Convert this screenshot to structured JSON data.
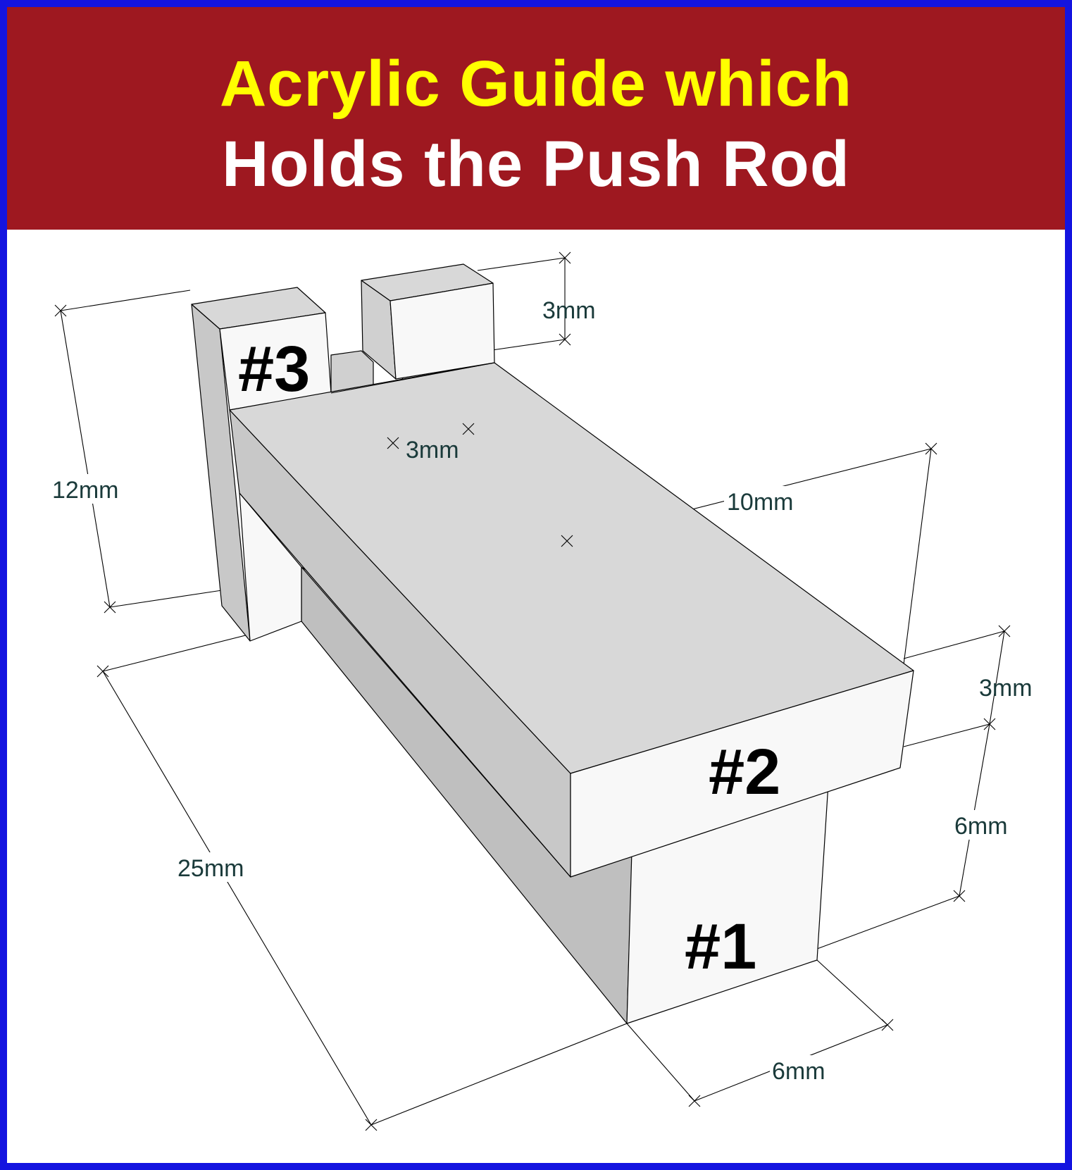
{
  "title": {
    "line1": "Acrylic Guide which",
    "line2": "Holds the Push Rod"
  },
  "colors": {
    "border": "#1414e0",
    "banner": "#9e1820",
    "title_line1": "#ffff00",
    "title_line2": "#ffffff",
    "face_top": "#d8d8d8",
    "face_front": "#f8f8f8",
    "face_side": "#c0c0c0"
  },
  "parts": {
    "part1": "#1",
    "part2": "#2",
    "part3": "#3"
  },
  "dimensions": {
    "length": "25mm",
    "base_width": "6mm",
    "base_height": "6mm",
    "top_thickness": "3mm",
    "top_width": "10mm",
    "overall_height": "12mm",
    "post_height": "3mm",
    "slot_width": "3mm"
  }
}
